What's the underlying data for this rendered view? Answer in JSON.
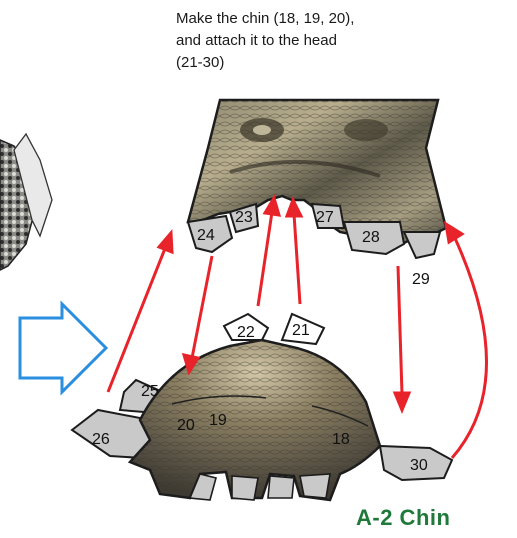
{
  "instructions": {
    "line1": "Make the chin (18, 19, 20),",
    "line2": "and attach it to the head",
    "line3": "(21-30)"
  },
  "title": "A-2 Chin",
  "part_numbers": {
    "n18": "18",
    "n19": "19",
    "n20": "20",
    "n21": "21",
    "n22": "22",
    "n23": "23",
    "n24": "24",
    "n25": "25",
    "n26": "26",
    "n27": "27",
    "n28": "28",
    "n29": "29",
    "n30": "30"
  },
  "colors": {
    "arrow_red": "#e8232a",
    "next_arrow_blue": "#2a8fe0",
    "title_green": "#1f7a3a",
    "tab_gray": "#c9c9c9"
  }
}
